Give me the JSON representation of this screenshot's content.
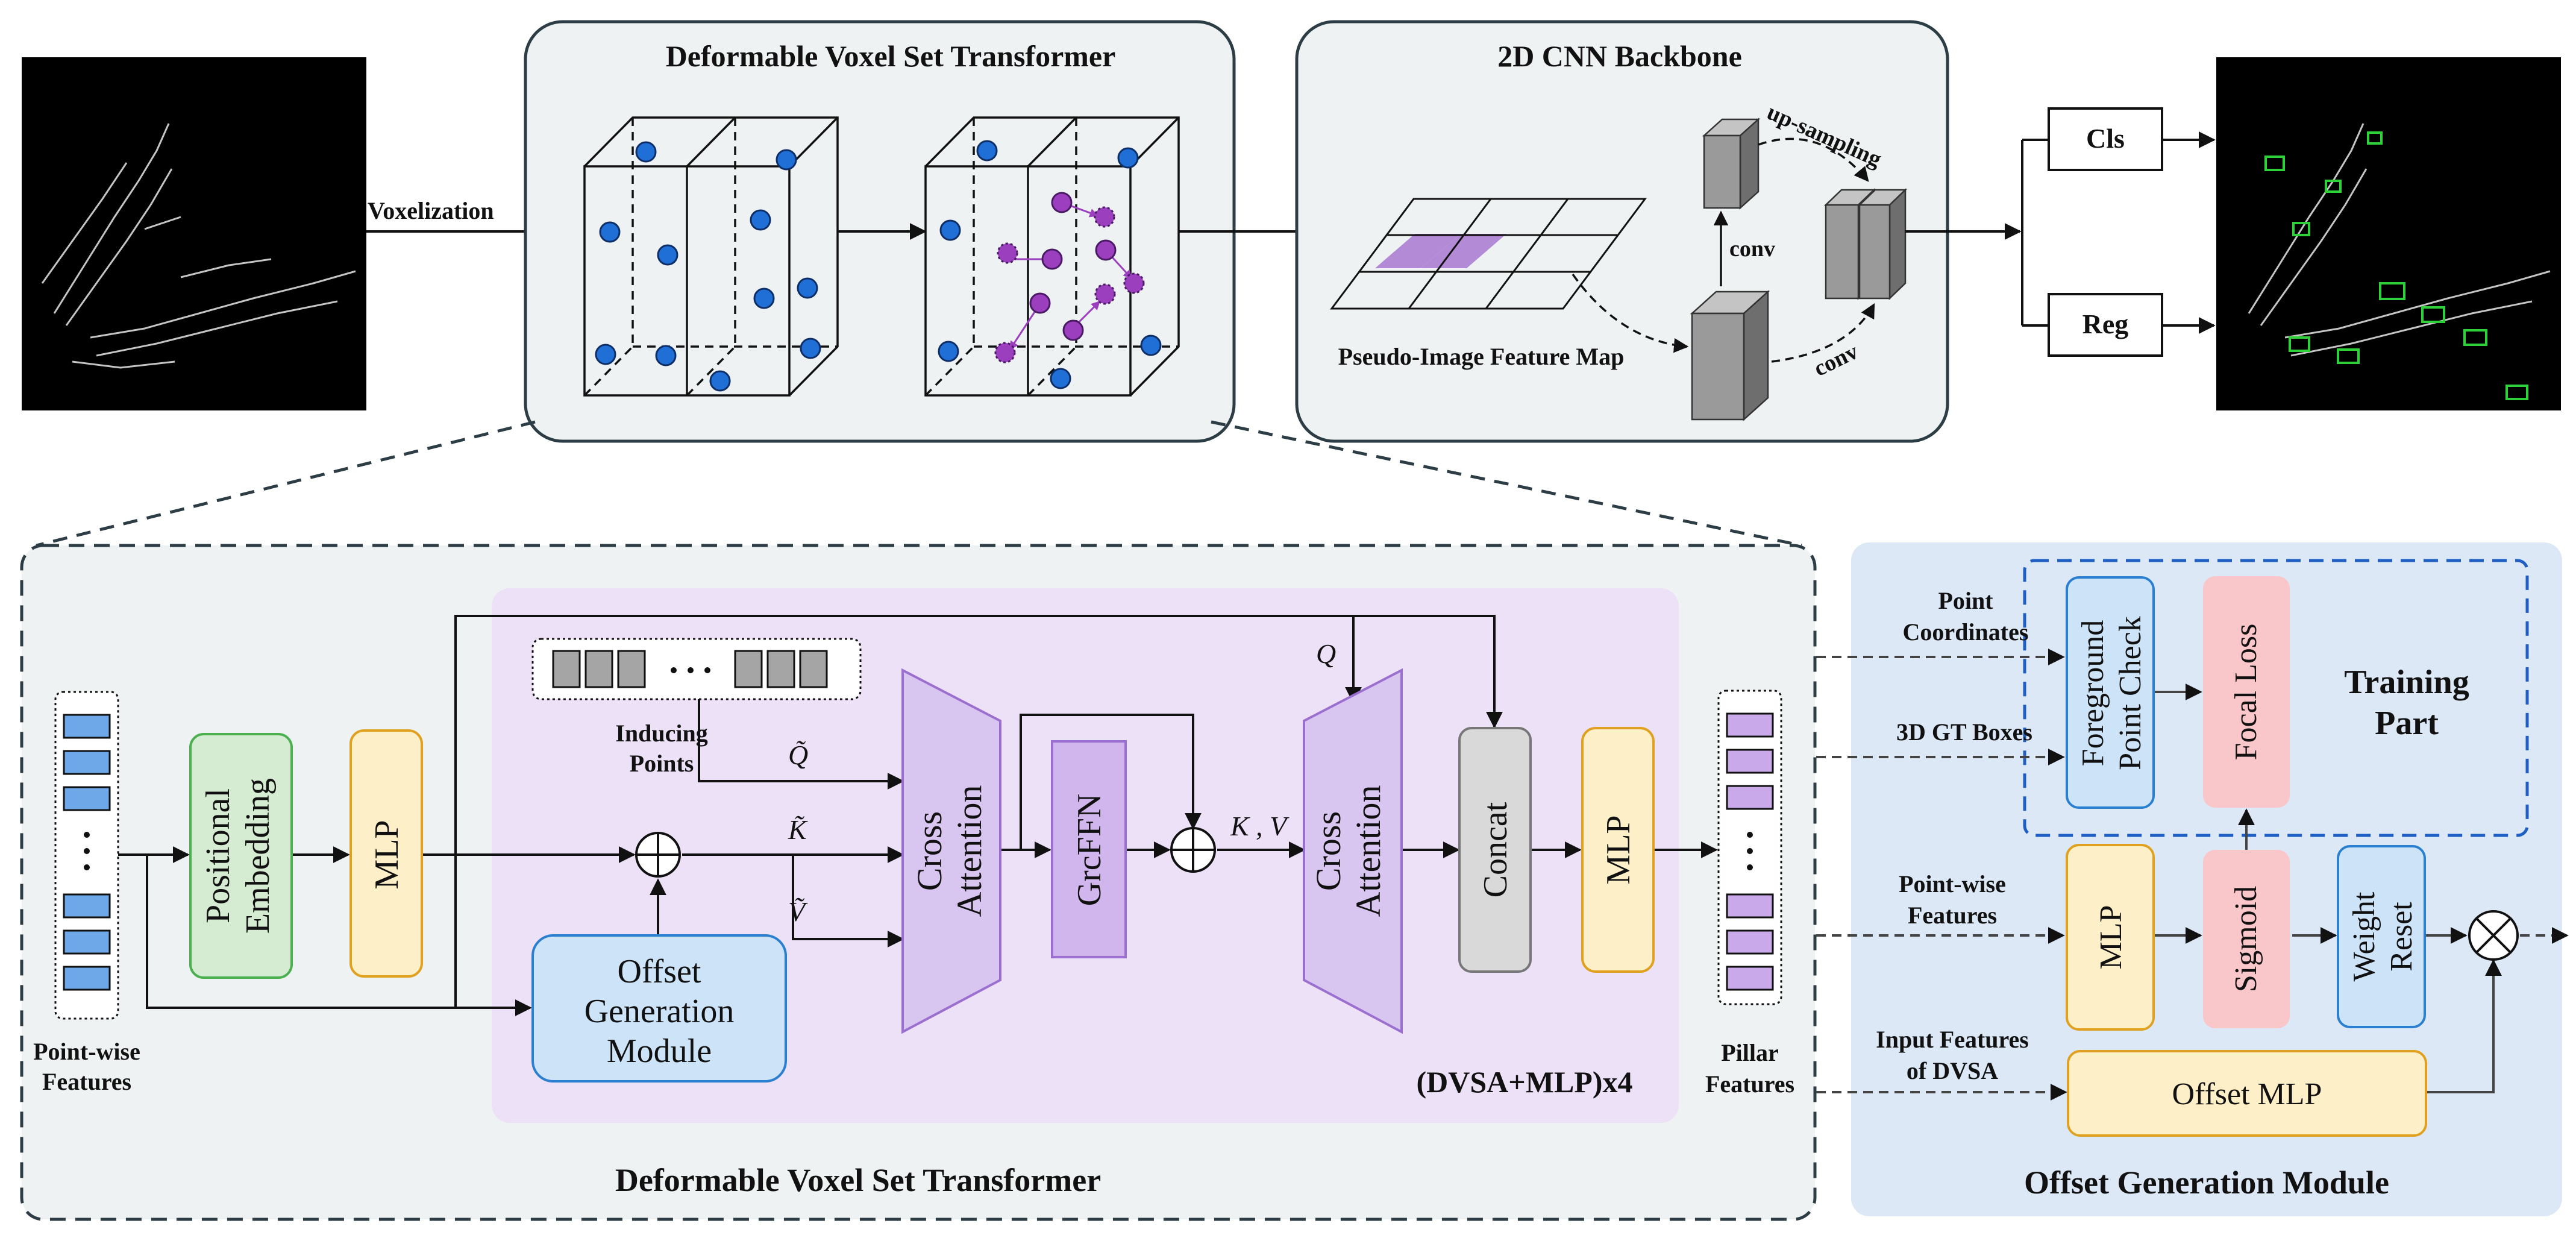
{
  "top": {
    "voxelization_label": "Voxelization",
    "dvst_title": "Deformable Voxel Set Transformer",
    "cnn_title": "2D CNN Backbone",
    "upsampling_label": "up-sampling",
    "conv_label_1": "conv",
    "conv_label_2": "conv",
    "pseudo_image_label": "Pseudo-Image Feature Map",
    "cls_label": "Cls",
    "reg_label": "Reg"
  },
  "bottom_left": {
    "pointwise_label_1": "Point-wise",
    "pointwise_label_2": "Features",
    "pos_embed_label_1": "Positional",
    "pos_embed_label_2": "Embedding",
    "mlp_label_1": "MLP",
    "inducing_label_1": "Inducing",
    "inducing_label_2": "Points",
    "offset_gen_label_1": "Offset",
    "offset_gen_label_2": "Generation",
    "offset_gen_label_3": "Module",
    "q_tilde": "Q̃",
    "k_tilde": "K̃",
    "v_tilde": "Ṽ",
    "cross_attention_1a": "Cross",
    "cross_attention_1b": "Attention",
    "grcffn_label": "GrcFFN",
    "kv_label": "K , V",
    "q_label": "Q",
    "cross_attention_2a": "Cross",
    "cross_attention_2b": "Attention",
    "concat_label": "Concat",
    "mlp_label_2": "MLP",
    "repeat_label": "(DVSA+MLP)x4",
    "pillar_label_1": "Pillar",
    "pillar_label_2": "Features",
    "section_title": "Deformable Voxel Set Transformer"
  },
  "bottom_right": {
    "point_coords_1": "Point",
    "point_coords_2": "Coordinates",
    "gt_boxes": "3D GT Boxes",
    "fg_check_1": "Foreground",
    "fg_check_2": "Point Check",
    "focal_loss": "Focal Loss",
    "training_part_1": "Training",
    "training_part_2": "Part",
    "pointwise_1": "Point-wise",
    "pointwise_2": "Features",
    "mlp_label": "MLP",
    "sigmoid_label": "Sigmoid",
    "weight_reset_1": "Weight",
    "weight_reset_2": "Reset",
    "input_features_1": "Input Features",
    "input_features_2": "of DVSA",
    "offset_mlp": "Offset MLP",
    "section_title": "Offset Generation Module"
  },
  "colors": {
    "blue_point": "#1f6fd6",
    "purple_point": "#9b3fbf",
    "panel_grey": "#eef2f2",
    "panel_lavender": "#ede1f7",
    "panel_blue": "#dde8f7",
    "green_box": "#d6ecd2",
    "yellow_box": "#fdf0c8",
    "light_blue_box": "#cde3f8",
    "purple_box": "#d9c6f0",
    "grey_box": "#d9d9d9",
    "pink_box": "#f9c6c9"
  }
}
